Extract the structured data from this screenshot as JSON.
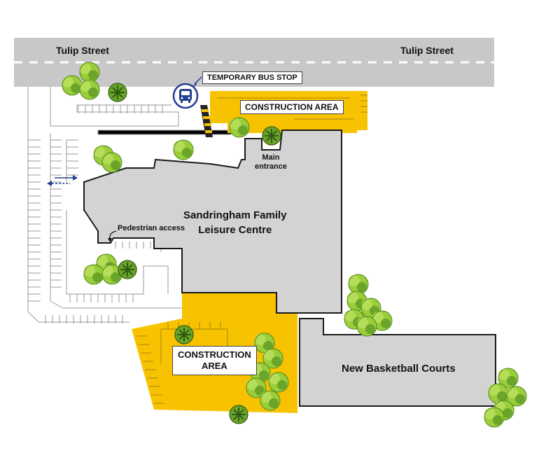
{
  "streets": {
    "left": "Tulip Street",
    "right": "Tulip Street"
  },
  "labels": {
    "bus_stop": "TEMPORARY BUS STOP",
    "construction_top": "CONSTRUCTION AREA",
    "construction_bottom_line1": "CONSTRUCTION",
    "construction_bottom_line2": "AREA",
    "main_entrance_line1": "Main",
    "main_entrance_line2": "entrance",
    "pedestrian_access": "Pedestrian access",
    "leisure_centre_line1": "Sandringham Family",
    "leisure_centre_line2": "Leisure Centre",
    "basketball_courts": "New Basketball Courts"
  },
  "icons": {
    "bus": "bus-icon",
    "two_way_arrow": "double-arrow-icon",
    "tree": "tree-icon"
  },
  "colors": {
    "road": "#c8c8c8",
    "building": "#d3d3d3",
    "construction": "#f7c300",
    "tree_light": "#9acd3a",
    "tree_dark": "#4f8a1e",
    "bus_blue": "#1f3f8f",
    "outline": "#1a1a1a"
  }
}
